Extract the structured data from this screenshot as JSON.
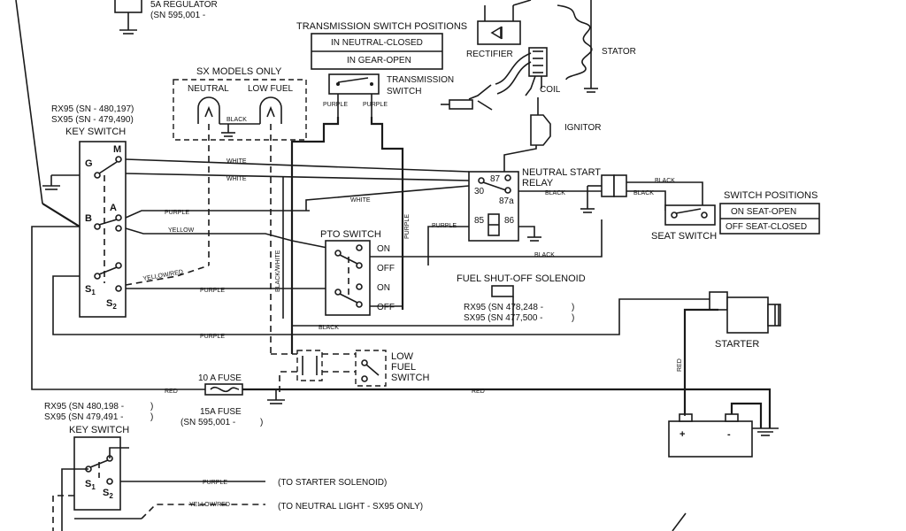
{
  "regulator": {
    "line1": "5A REGULATOR",
    "line2": "(SN 595,001 -"
  },
  "transmission_positions": {
    "title": "TRANSMISSION SWITCH POSITIONS",
    "row1": "IN NEUTRAL-CLOSED",
    "row2": "IN GEAR-OPEN"
  },
  "rectifier": "RECTIFIER",
  "stator": "STATOR",
  "coil": "COIL",
  "ignitor": "IGNITOR",
  "transmission_switch": {
    "line1": "TRANSMISSION",
    "line2": "SWITCH"
  },
  "sx_models": {
    "title": "SX MODELS ONLY",
    "neutral": "NEUTRAL",
    "low_fuel": "LOW FUEL",
    "black": "BLACK"
  },
  "serials_top": {
    "rx95": "RX95 (SN    - 480,197)",
    "sx95": "SX95 (SN    - 479,490)"
  },
  "key_switch_top": {
    "title": "KEY SWITCH",
    "g": "G",
    "m": "M",
    "b": "B",
    "a": "A",
    "s1": "S",
    "s1_sub": "1",
    "s2": "S",
    "s2_sub": "2"
  },
  "wire_labels": {
    "white1": "WHITE",
    "white2": "WHITE",
    "purple_a": "PURPLE",
    "yellow": "YELLOW",
    "yellow_red": "YELLOW/RED",
    "purple_s": "PURPLE",
    "purple_bottom": "PURPLE",
    "black_mid": "BLACK",
    "black_white": "BLACK/WHITE",
    "purple_vert": "PURPLE",
    "white_relay": "WHITE",
    "purple_relay": "PURPLE",
    "black_relay": "BLACK",
    "black_pto": "BLACK",
    "black_seat1": "BLACK",
    "black_seat2": "BLACK",
    "red_fuse": "RED",
    "red_long": "RED",
    "red_starter": "RED",
    "purple_key2": "PURPLE",
    "purple_vert_trans1": "PURPLE",
    "purple_vert_trans2": "PURPLE"
  },
  "neutral_start_relay": {
    "line1": "NEUTRAL START",
    "line2": "RELAY",
    "t87": "87",
    "t30": "30",
    "t87a": "87a",
    "t85": "85",
    "t86": "86"
  },
  "seat_positions": {
    "title": "SWITCH POSITIONS",
    "row1": "ON SEAT-OPEN",
    "row2": "OFF SEAT-CLOSED"
  },
  "seat_switch": "SEAT SWITCH",
  "pto_switch": {
    "title": "PTO SWITCH",
    "on1": "ON",
    "off1": "OFF",
    "on2": "ON",
    "off2": "OFF"
  },
  "fuel_solenoid": {
    "title": "FUEL SHUT-OFF SOLENOID",
    "rx95": "RX95 (SN 478,248 -",
    "sx95": "SX95 (SN 477,500 -",
    "close1": ")",
    "close2": ")"
  },
  "starter": "STARTER",
  "low_fuel_switch": {
    "line1": "LOW",
    "line2": "FUEL",
    "line3": "SWITCH"
  },
  "fuse": {
    "top": "10 A FUSE",
    "bottom": "15A FUSE",
    "sn": "(SN 595,001 -",
    "close": ")"
  },
  "serials_bottom": {
    "rx95": "RX95 (SN 480,198 -",
    "sx95": "SX95 (SN 479,491 -",
    "close1": ")",
    "close2": ")"
  },
  "key_switch_bottom": {
    "title": "KEY SWITCH",
    "s1": "S",
    "s1_sub": "1",
    "s2": "S",
    "s2_sub": "2"
  },
  "bottom_notes": {
    "purple": "PURPLE",
    "to_starter": "(TO STARTER SOLENOID)",
    "yellow_red": "YELLOW/RED",
    "to_neutral": "(TO NEUTRAL LIGHT - SX95 ONLY)"
  },
  "battery": {
    "plus": "+",
    "minus": "-"
  }
}
